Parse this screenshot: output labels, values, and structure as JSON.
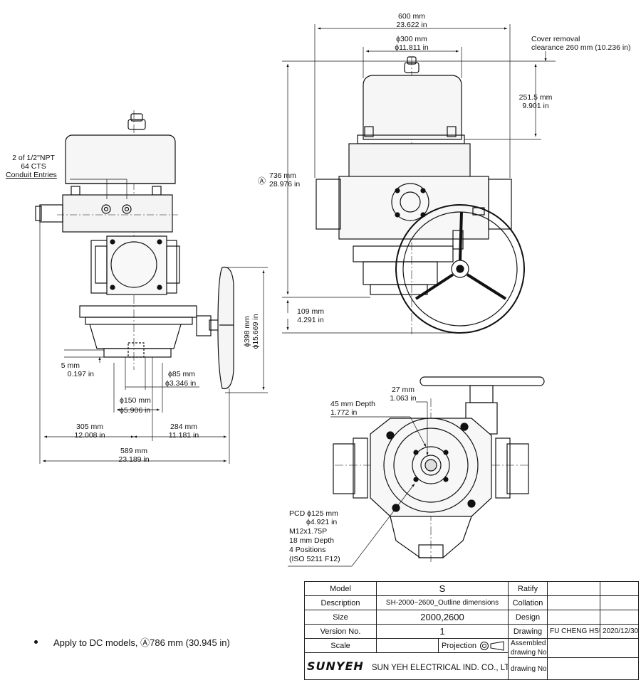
{
  "side_view": {
    "conduit_1": "2 of 1/2\"NPT",
    "conduit_2": "64 CTS",
    "conduit_3": "Conduit Entries",
    "dim_5_mm": "5 mm",
    "dim_5_in": "0.197 in",
    "dim_85_mm": "ϕ85 mm",
    "dim_85_in": "ϕ3.346 in",
    "dim_150_mm": "ϕ150 mm",
    "dim_150_in": "ϕ5.906 in",
    "dim_398_mm": "ϕ398 mm",
    "dim_398_in": "ϕ15.669 in",
    "dim_305_mm": "305 mm",
    "dim_305_in": "12.008 in",
    "dim_284_mm": "284 mm",
    "dim_284_in": "11.181 in",
    "dim_589_mm": "589 mm",
    "dim_589_in": "23.189 in"
  },
  "front_view": {
    "dim_600_mm": "600 mm",
    "dim_600_in": "23.622 in",
    "dim_300_mm": "ϕ300 mm",
    "dim_300_in": "ϕ11.811 in",
    "cover_1": "Cover removal",
    "cover_2": "clearance 260 mm (10.236 in)",
    "dim_2515_mm": "251.5 mm",
    "dim_2515_in": "9.901 in",
    "marker_a": "Ⓐ",
    "dim_736_mm": "736 mm",
    "dim_736_in": "28.976 in",
    "dim_109_mm": "109 mm",
    "dim_109_in": "4.291 in"
  },
  "bottom_view": {
    "dim_27_mm": "27 mm",
    "dim_27_in": "1.063 in",
    "depth_45_mm": "45 mm Depth",
    "depth_45_in": "1.772 in",
    "pcd_1": "PCD ϕ125 mm",
    "pcd_2": "ϕ4.921 in",
    "pcd_3": "M12x1.75P",
    "pcd_4": "18 mm Depth",
    "pcd_5": "4 Positions",
    "pcd_6": "(ISO 5211 F12)"
  },
  "note": {
    "text": "Apply to DC models, Ⓐ786 mm (30.945 in)"
  },
  "title_block": {
    "model_label": "Model",
    "model_value": "S",
    "ratify_label": "Ratify",
    "description_label": "Description",
    "description_value": "SH-2000~2600_Outline dimensions",
    "collation_label": "Collation",
    "size_label": "Size",
    "size_value": "2000,2600",
    "design_label": "Design",
    "version_label": "Version No.",
    "version_value": "1",
    "drawing_label": "Drawing",
    "drawer_name": "FU CHENG HSU",
    "drawing_date": "2020/12/30",
    "scale_label": "Scale",
    "projection_label": "Projection",
    "assembled_1": "Assembled",
    "assembled_2": "drawing No.",
    "drawing_no_label": "drawing No.",
    "logo_word": "SUNYEH",
    "company": "SUN YEH ELECTRICAL IND. CO., LTD."
  }
}
